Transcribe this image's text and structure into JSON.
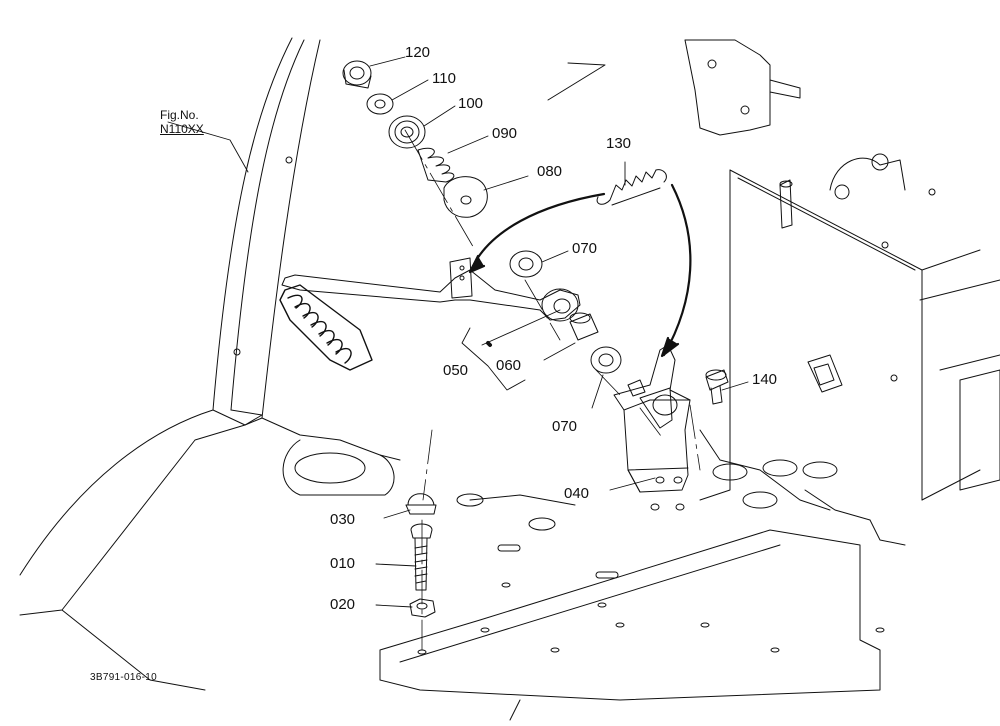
{
  "figure": {
    "label": "Fig.No.",
    "code": "N110XX"
  },
  "document_id": "3B791-016-10",
  "callouts": [
    "120",
    "110",
    "100",
    "090",
    "080",
    "130",
    "070",
    "050",
    "060",
    "070",
    "140",
    "040",
    "030",
    "010",
    "020"
  ]
}
